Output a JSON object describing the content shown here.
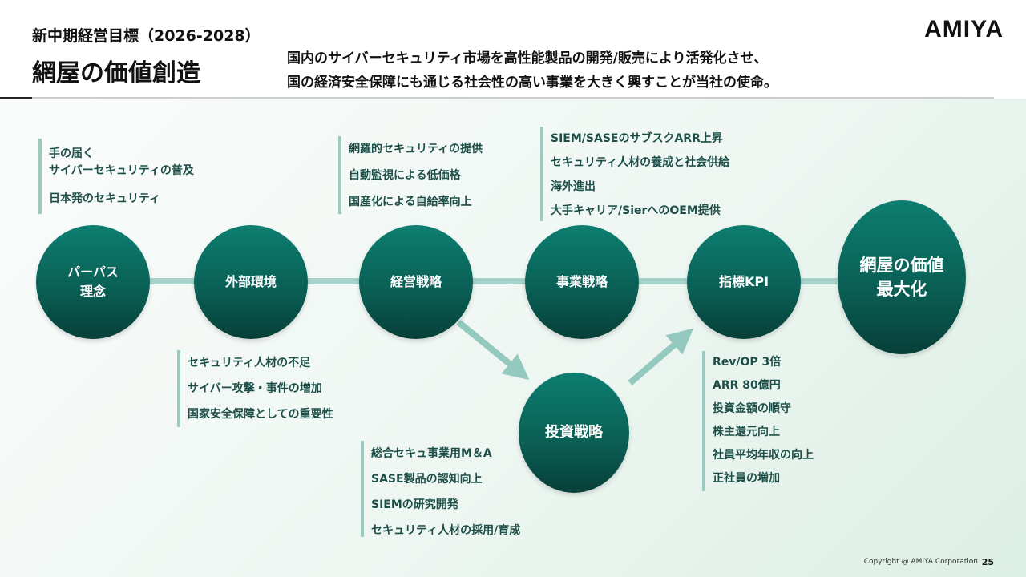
{
  "header": {
    "subtitle": "新中期経営目標（2026-2028）",
    "title": "網屋の価値創造",
    "mission_line1": "国内のサイバーセキュリティ市場を高性能製品の開発/販売により活発化させ、",
    "mission_line2": "国の経済安全保障にも通じる社会性の高い事業を大きく興すことが当社の使命。",
    "logo": "AMIYA"
  },
  "nodes": {
    "purpose_line1": "パーパス",
    "purpose_line2": "理念",
    "external": "外部環境",
    "management": "経営戦略",
    "business": "事業戦略",
    "kpi": "指標KPI",
    "investment": "投資戦略",
    "goal_line1": "網屋の価値",
    "goal_line2": "最大化"
  },
  "purpose_items": [
    "手の届く",
    "サイバーセキュリティの普及",
    "日本発のセキュリティ"
  ],
  "external_items": [
    "セキュリティ人材の不足",
    "サイバー攻撃・事件の増加",
    "国家安全保障としての重要性"
  ],
  "management_items": [
    "網羅的セキュリティの提供",
    "自動監視による低価格",
    "国産化による自給率向上"
  ],
  "business_items": [
    "SIEM/SASEのサブスクARR上昇",
    "セキュリティ人材の養成と社会供給",
    "海外進出",
    "大手キャリア/SierへのOEM提供"
  ],
  "investment_items": [
    "総合セキュ事業用M＆A",
    "SASE製品の認知向上",
    "SIEMの研究開発",
    "セキュリティ人材の採用/育成"
  ],
  "kpi_items": [
    "Rev/OP 3倍",
    "ARR 80億円",
    "投資金額の順守",
    "株主還元向上",
    "社員平均年収の向上",
    "正社員の増加"
  ],
  "footer": {
    "copyright": "Copyright @ AMIYA Corporation",
    "page": "25"
  }
}
